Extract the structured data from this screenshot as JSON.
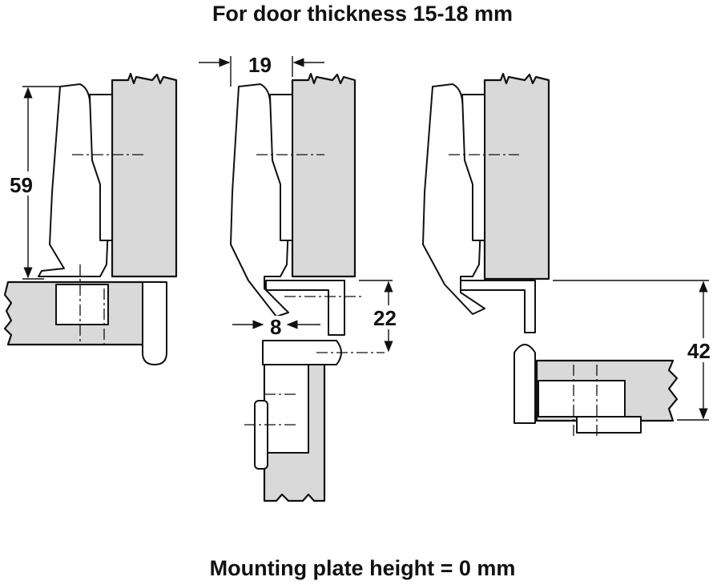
{
  "header": {
    "title": "For door thickness 15-18 mm"
  },
  "footer": {
    "caption": "Mounting plate height = 0 mm"
  },
  "dimensions": {
    "left_height": "59",
    "middle_offset": "19",
    "middle_gap": "8",
    "middle_height": "22",
    "right_height": "42"
  },
  "colors": {
    "panel": "#d9d9d9",
    "line": "#111111"
  }
}
